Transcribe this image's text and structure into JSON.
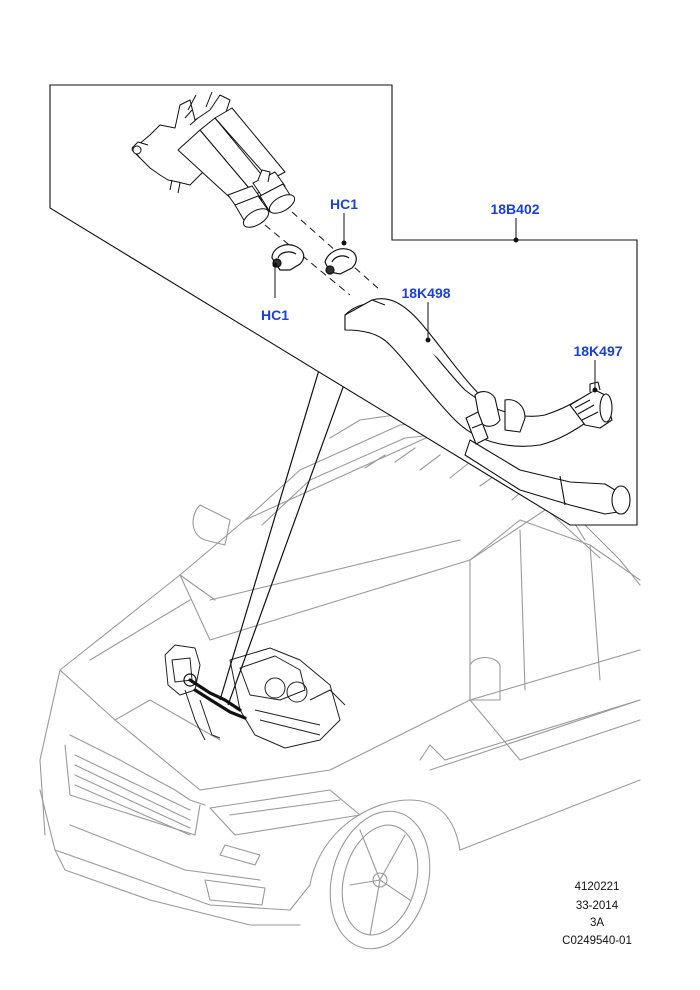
{
  "callouts": {
    "hc1_top": "HC1",
    "hc1_left": "HC1",
    "part_18b402": "18B402",
    "part_18k498": "18K498",
    "part_18k497": "18K497"
  },
  "reference": {
    "line1": "4120221",
    "line2": "33-2014",
    "line3": "3A",
    "line4": "C0249540-01"
  },
  "colors": {
    "callout_text": "#1a3fd6",
    "line_art": "#111111",
    "vehicle_outline": "#9a9a9a"
  }
}
